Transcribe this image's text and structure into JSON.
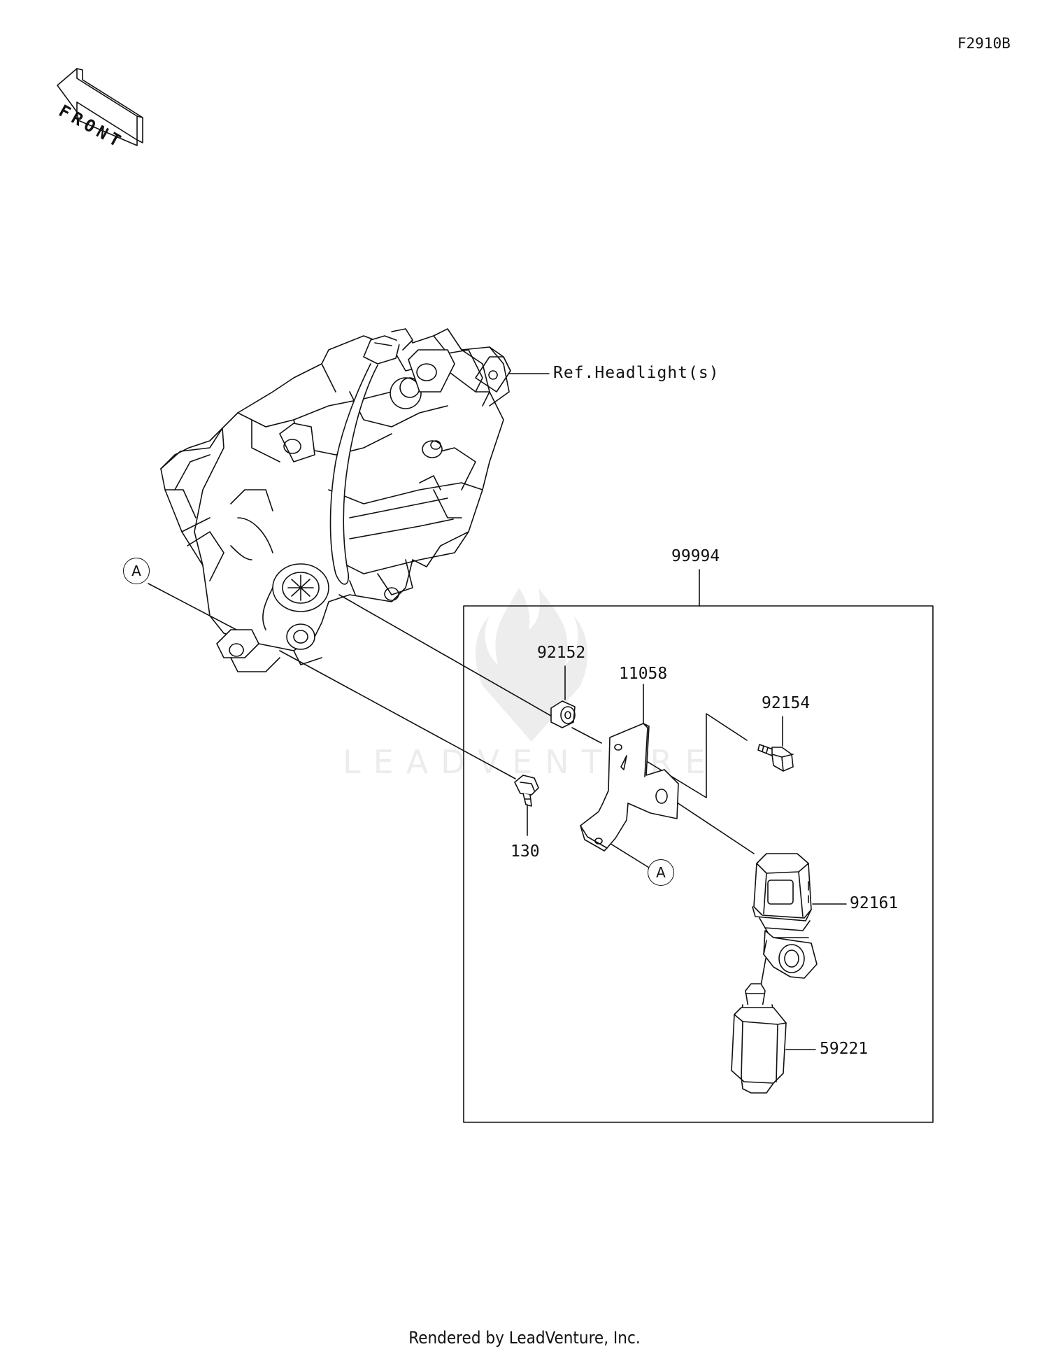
{
  "diagram": {
    "code": "F2910B",
    "front_label": "FRONT",
    "ref_label": "Ref.Headlight(s)",
    "assembly_number": "99994",
    "callout_letter": "A",
    "parts": [
      {
        "number": "92152"
      },
      {
        "number": "11058"
      },
      {
        "number": "92154"
      },
      {
        "number": "130"
      },
      {
        "number": "92161"
      },
      {
        "number": "59221"
      }
    ],
    "watermark": "LEADVENTURE"
  },
  "footer": {
    "text": "Rendered by LeadVenture, Inc."
  },
  "colors": {
    "ink": "#111111",
    "background": "#ffffff"
  }
}
